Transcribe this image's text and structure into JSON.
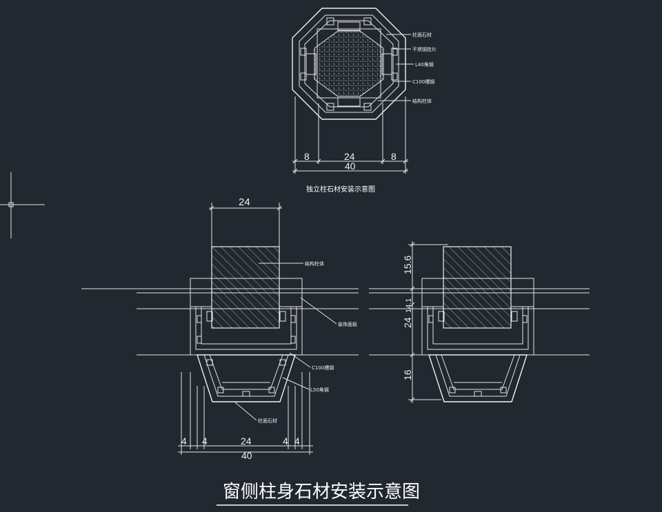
{
  "colors": {
    "background": "#212830",
    "linework": "#e6e6e6"
  },
  "top_view": {
    "title": "独立柱石材安装示意图",
    "labels": [
      "柱面石材",
      "不锈钢挂片",
      "L40角钢",
      "C100槽钢",
      "结构柱体"
    ],
    "dims": {
      "left": "8",
      "middle": "24",
      "right": "8",
      "total": "40"
    }
  },
  "left_section": {
    "dim_top": "24",
    "labels": [
      "结构柱体",
      "装饰面板",
      "C100槽钢",
      "L50角钢",
      "柱面石材"
    ],
    "dims": {
      "a": "4",
      "b": "4",
      "middle": "24",
      "c": "4",
      "d": "4",
      "total": "40"
    }
  },
  "right_section": {
    "dims": {
      "top": "15.6",
      "small": "14.1",
      "mid": "24",
      "bottom": "16"
    }
  },
  "main_title": "窗侧柱身石材安装示意图",
  "crosshair_icon": "cad-crosshair-icon"
}
